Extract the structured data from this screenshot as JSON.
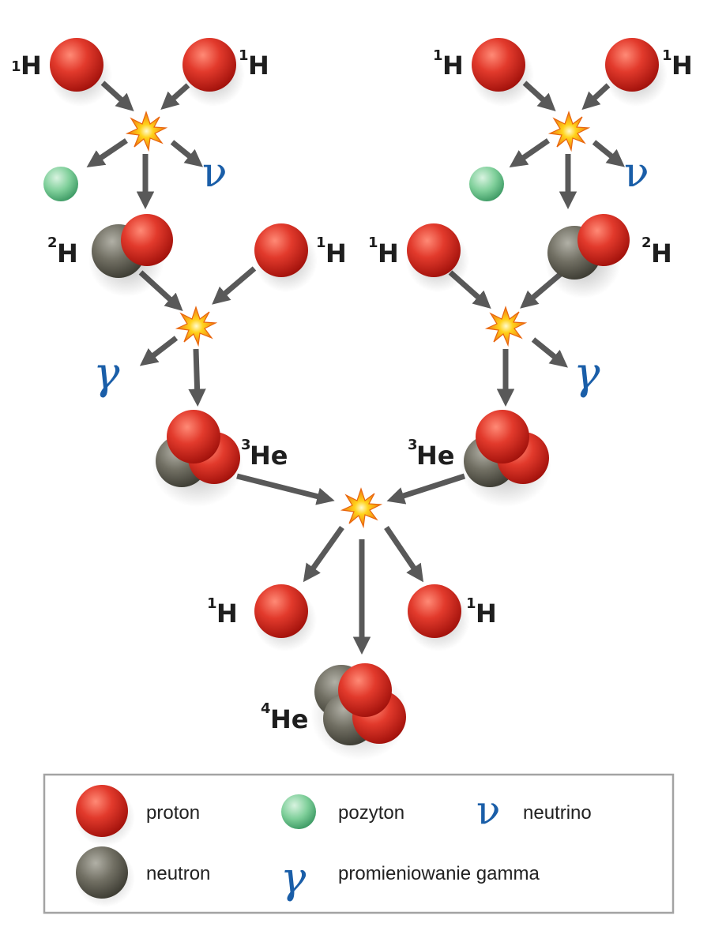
{
  "labels": {
    "h1": "H",
    "h1_mass": "1",
    "h2": "H",
    "h2_mass": "2",
    "he3": "He",
    "he3_mass": "3",
    "he4": "He",
    "he4_mass": "4"
  },
  "symbols": {
    "neutrino": "ν",
    "gamma": "γ"
  },
  "legend": {
    "proton": "proton",
    "neutron": "neutron",
    "positron": "pozyton",
    "neutrino": "neutrino",
    "gamma": "promieniowanie gamma"
  },
  "colors": {
    "proton": "#d92b20",
    "neutron": "#6b6a5e",
    "positron": "#5fc088",
    "greek": "#1a5ea8",
    "arrow": "#595959"
  }
}
